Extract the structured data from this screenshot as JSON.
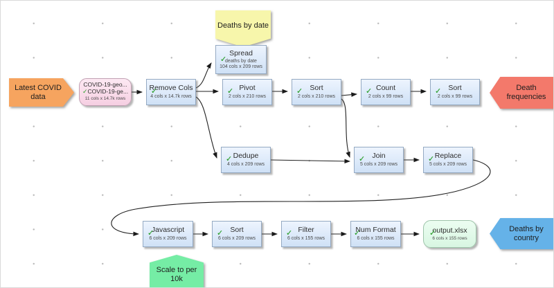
{
  "icons": {
    "check": "✓"
  },
  "notes": {
    "latest": {
      "label": "Latest COVID data",
      "color": "#f6a45f"
    },
    "deaths_by_date": {
      "label": "Deaths by date",
      "color": "#f7f6ab"
    },
    "death_frequencies": {
      "label": "Death frequencies",
      "color": "#f3796b"
    },
    "deaths_by_country": {
      "label": "Deaths by country",
      "color": "#65b2e8"
    },
    "scale_to_per_10k": {
      "label": "Scale to per 10k",
      "color": "#75eda5"
    }
  },
  "nodes": {
    "source": {
      "title_line1": "COVID-19-geo...",
      "title_line2": "COVID-19-ge...",
      "sub": "11 cols x 14.7k rows"
    },
    "remove_cols": {
      "title": "Remove Cols",
      "sub": "4 cols x 14.7k rows"
    },
    "spread": {
      "title": "Spread",
      "sub1": "deaths by date",
      "sub2": "104 cols x 209 rows"
    },
    "pivot": {
      "title": "Pivot",
      "sub": "2 cols x 210 rows"
    },
    "sort1": {
      "title": "Sort",
      "sub": "2 cols x 210 rows"
    },
    "count": {
      "title": "Count",
      "sub": "2 cols x 99 rows"
    },
    "sort2": {
      "title": "Sort",
      "sub": "2 cols x 99 rows"
    },
    "dedupe": {
      "title": "Dedupe",
      "sub": "4 cols x 209 rows"
    },
    "join": {
      "title": "Join",
      "sub": "5 cols x 209 rows"
    },
    "replace": {
      "title": "Replace",
      "sub": "5 cols x 209 rows"
    },
    "javascript": {
      "title": "Javascript",
      "sub": "6 cols x 209 rows"
    },
    "sort3": {
      "title": "Sort",
      "sub": "6 cols x 209 rows"
    },
    "filter": {
      "title": "Filter",
      "sub": "6 cols x 155 rows"
    },
    "num_format": {
      "title": "Num Format",
      "sub": "6 cols x 155 rows"
    },
    "output": {
      "title": "output.xlsx",
      "sub": "6 cols x 155 rows"
    }
  }
}
